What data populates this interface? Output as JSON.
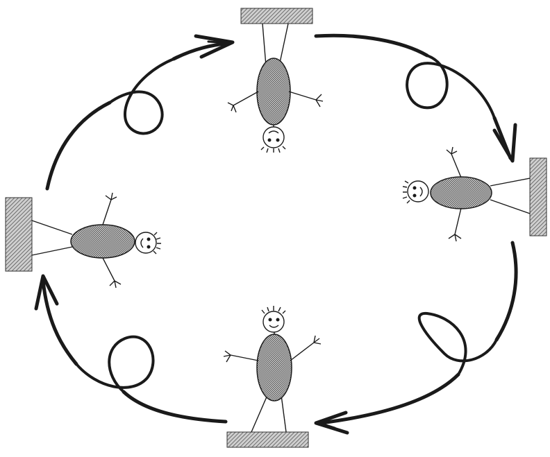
{
  "colors": {
    "ink": "#1a1a1a",
    "body_fill": "#a9a9a9",
    "ground_fill": "#9a9a9a",
    "background": "#ffffff"
  },
  "figures": [
    {
      "id": "top",
      "surface": "ceiling"
    },
    {
      "id": "right",
      "surface": "right-wall"
    },
    {
      "id": "bottom",
      "surface": "floor"
    },
    {
      "id": "left",
      "surface": "left-wall"
    }
  ],
  "arrows": {
    "direction": "clockwise",
    "loops": 4
  }
}
